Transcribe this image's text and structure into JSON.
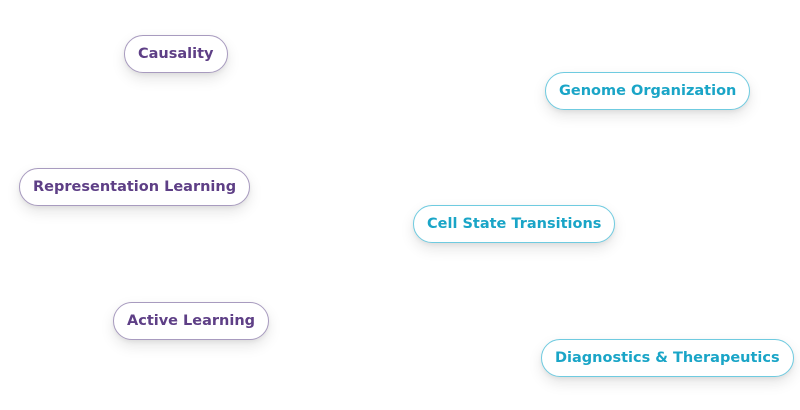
{
  "topics_left": [
    {
      "label": "Causality"
    },
    {
      "label": "Representation Learning"
    },
    {
      "label": "Active Learning"
    }
  ],
  "topics_right": [
    {
      "label": "Genome Organization"
    },
    {
      "label": "Cell State Transitions"
    },
    {
      "label": "Diagnostics & Therapeutics"
    }
  ],
  "colors": {
    "left_text": "#5e3f86",
    "left_border": "#a89bbf",
    "right_text": "#1aa5c7",
    "right_border": "#6fcbe0",
    "background": "#ffffff"
  }
}
